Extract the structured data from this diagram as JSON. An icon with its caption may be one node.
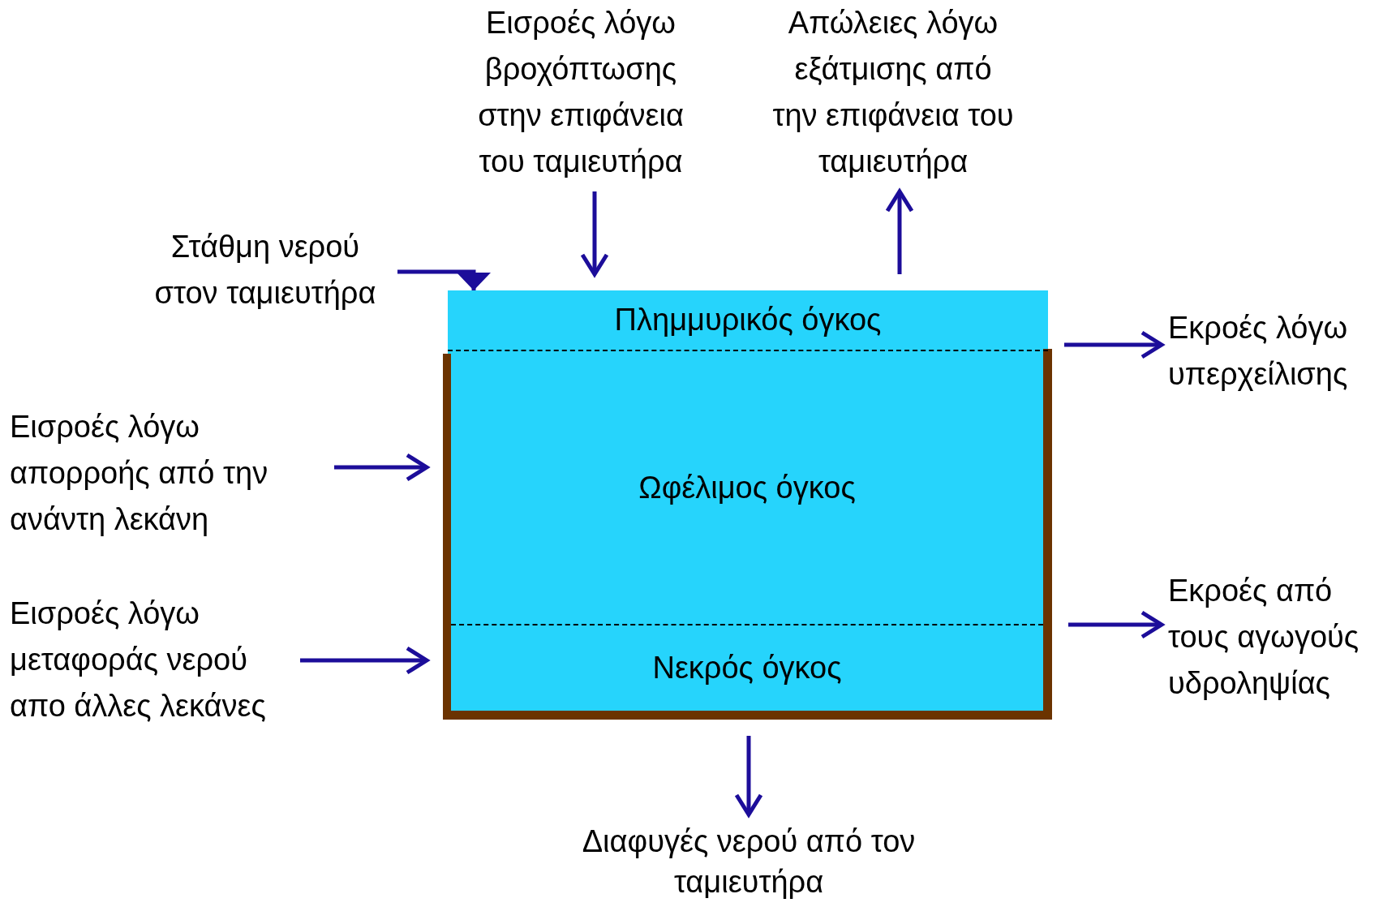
{
  "diagram": {
    "nodes": [
      {
        "text": [
          "Εισροές λόγω βροχόπτωσης στην επιφάνεια του ταμιευτήρα"
        ]
      },
      {
        "text": [
          "Απώλειες λόγω εξάτμισης από την επιφάνεια του ταμιευτήρα"
        ]
      },
      {
        "text": [
          "Στάθμη νερού στον ταμιευτήρα"
        ]
      },
      {
        "text": [],
        "shape": "box"
      },
      {
        "text": [
          "Πλημμυρικός όγκος"
        ],
        "in": 3
      },
      {
        "text": [
          "Εκροές λόγω υπερχείλισης"
        ]
      },
      {
        "text": [
          "Εισροές λόγω απορροής από την ανάντη λεκάνη"
        ]
      },
      {
        "text": [
          "Ωφέλιμος όγκος"
        ],
        "in": 3
      },
      {
        "text": [
          "Εκροές από τους αγωγούς υδροληψίας"
        ]
      },
      {
        "text": [
          "Εισροές λόγω μεταφοράς νερού απο άλλες λεκάνες"
        ]
      },
      {
        "text": [
          "Νεκρός όγκος"
        ],
        "in": 3
      },
      {
        "text": [
          "Διαφυγές νερού από τον ταμιευτήρα"
        ]
      }
    ],
    "edges": [
      {
        "from": 0,
        "to": 3,
        "arrow": "to"
      },
      {
        "from": 3,
        "to": 1,
        "arrow": "to"
      },
      {
        "from": 2,
        "to": 3,
        "arrow": "to"
      },
      {
        "from": 4,
        "to": 5,
        "arrow": "to"
      },
      {
        "from": 6,
        "to": 3,
        "arrow": "to"
      },
      {
        "from": 3,
        "to": 8,
        "arrow": "to"
      },
      {
        "from": 9,
        "to": 3,
        "arrow": "to"
      },
      {
        "from": 3,
        "to": 11,
        "arrow": "to"
      }
    ]
  }
}
